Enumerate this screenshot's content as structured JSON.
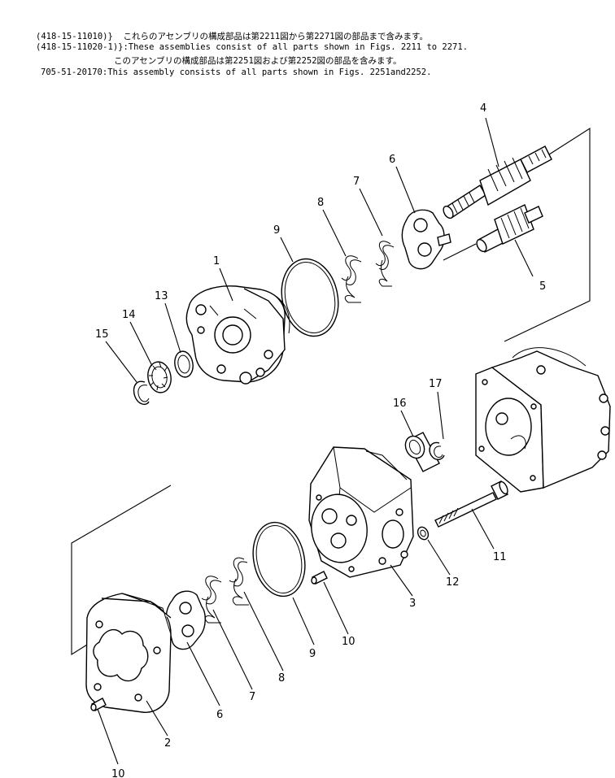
{
  "header": {
    "line1_code": "(418-15-11010)",
    "line1_text": "}  これらのアセンブリの構成部品は第2211図から第2271図の部品まで含みます。",
    "line2_code": "(418-15-11020-1)",
    "line2_text": "}:These assemblies consist of all parts shown in Figs. 2211 to 2271.",
    "line3_text": "このアセンブリの構成部品は第2251図および第2252図の部品を含みます。",
    "line4_code": "705-51-20170:",
    "line4_text": "This assembly consists of all parts shown in Figs. 2251and2252."
  },
  "callouts": {
    "c1": "1",
    "c2": "2",
    "c3": "3",
    "c4": "4",
    "c5": "5",
    "c6a": "6",
    "c6b": "6",
    "c7a": "7",
    "c7b": "7",
    "c8a": "8",
    "c8b": "8",
    "c9a": "9",
    "c9b": "9",
    "c10a": "10",
    "c10b": "10",
    "c11": "11",
    "c12": "12",
    "c13": "13",
    "c14": "14",
    "c15": "15",
    "c16": "16",
    "c17": "17"
  }
}
